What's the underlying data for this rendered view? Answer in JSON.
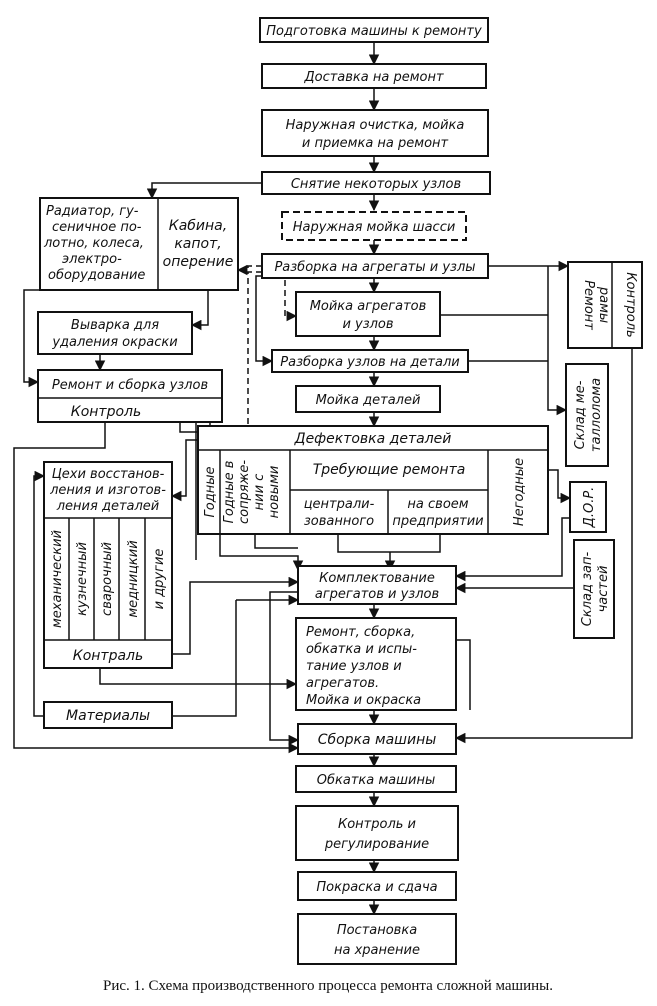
{
  "boxes": {
    "prep": [
      "Подготовка машины к ремонту"
    ],
    "delivery": [
      "Доставка на ремонт"
    ],
    "outer_cleaning": [
      "Наружная очистка, мойка",
      "и приемка на ремонт"
    ],
    "removal": [
      "Снятие некоторых узлов"
    ],
    "chassis_wash": [
      "Наружная мойка шасси"
    ],
    "disassembly_aggregates": [
      "Разборка на агрегаты и узлы"
    ],
    "wash_aggregates": [
      "Мойка агрегатов",
      "и узлов"
    ],
    "disassembly_parts": [
      "Разборка узлов на детали"
    ],
    "wash_parts": [
      "Мойка деталей"
    ],
    "defect_title": [
      "Дефектовка деталей"
    ],
    "good": [
      "Годные"
    ],
    "good_pair": [
      "Годные в",
      "сопряже-",
      "нии с",
      "новыми"
    ],
    "need_repair": [
      "Требующие ремонта"
    ],
    "centralized": [
      "централи-",
      "зованного"
    ],
    "own_plant": [
      "на своем",
      "предприятии"
    ],
    "unusable": [
      "Негодные"
    ],
    "radiator": [
      "Радиатор, гу-",
      "сеничное по-",
      "лотно, колеса,",
      "электро-",
      "оборудование"
    ],
    "cabin": [
      "Кабина,",
      "капот,",
      "оперение"
    ],
    "burn_paint": [
      "Выварка для",
      "удаления окраски"
    ],
    "repair_units": [
      "Ремонт и сборка узлов"
    ],
    "control_left": [
      "Контроль"
    ],
    "workshops": [
      "Цехи восстанов-",
      "ления и изготов-",
      "ления деталей"
    ],
    "shop_types": [
      "механический",
      "кузнечный",
      "сварочный",
      "медницкий",
      "и другие"
    ],
    "control_shops": [
      "Контраль"
    ],
    "materials": [
      "Материалы"
    ],
    "frame_repair": [
      "Ремонт",
      "рамы"
    ],
    "frame_control": [
      "Контроль"
    ],
    "scrap": [
      "Склад ме-",
      "таллолома"
    ],
    "dor": [
      "Д.О.Р."
    ],
    "spare_parts": [
      "Склад зап-",
      "частей"
    ],
    "kitting": [
      "Комплектование",
      "агрегатов и узлов"
    ],
    "repair_assembly": [
      "Ремонт, сборка,",
      "обкатка и испы-",
      "тание узлов и",
      "агрегатов.",
      "Мойка и окраска"
    ],
    "assembly": [
      "Сборка машины"
    ],
    "running_in": [
      "Обкатка машины"
    ],
    "control_adjust": [
      "Контроль и",
      "регулирование"
    ],
    "painting": [
      "Покраска и сдача"
    ],
    "storage": [
      "Постановка",
      "на хранение"
    ]
  },
  "caption": "Рис. 1. Схема производственного процесса ремонта сложной машины."
}
